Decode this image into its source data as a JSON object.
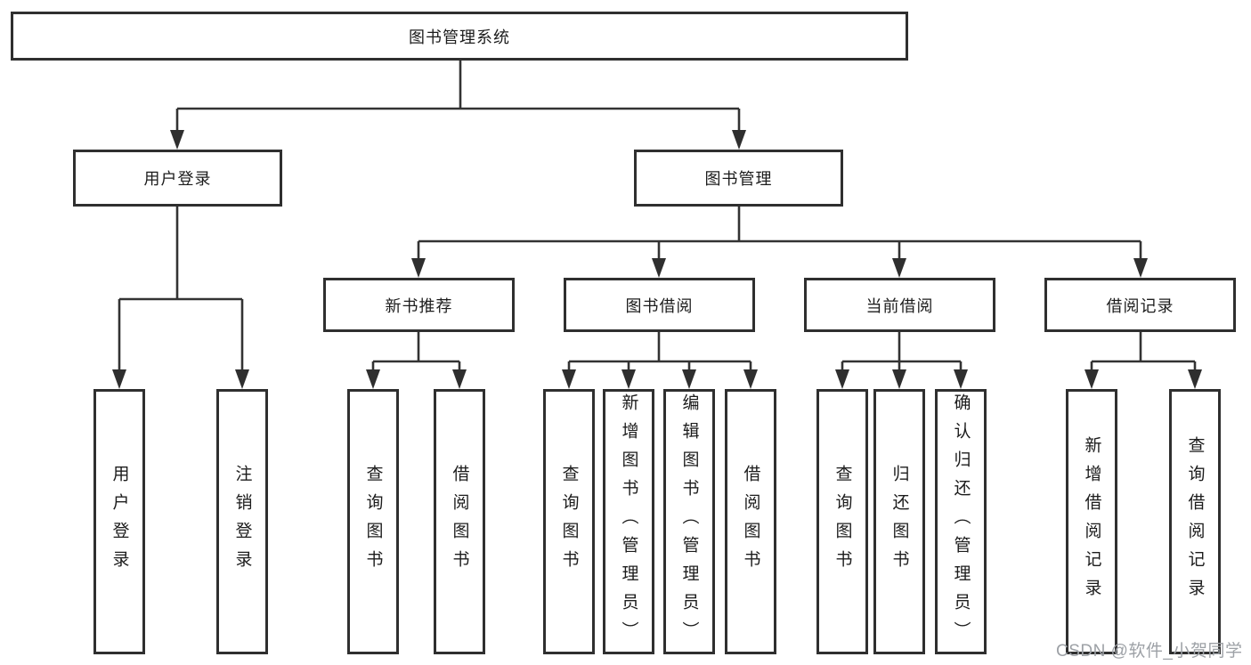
{
  "diagram": {
    "root": {
      "label": "图书管理系统"
    },
    "level2": [
      {
        "label": "用户登录"
      },
      {
        "label": "图书管理"
      }
    ],
    "level3": [
      {
        "label": "新书推荐",
        "parent": "图书管理"
      },
      {
        "label": "图书借阅",
        "parent": "图书管理"
      },
      {
        "label": "当前借阅",
        "parent": "图书管理"
      },
      {
        "label": "借阅记录",
        "parent": "图书管理"
      }
    ],
    "leaves": [
      {
        "label": "用户登录",
        "parent": "用户登录"
      },
      {
        "label": "注销登录",
        "parent": "用户登录"
      },
      {
        "label": "查询图书",
        "parent": "新书推荐"
      },
      {
        "label": "借阅图书",
        "parent": "新书推荐"
      },
      {
        "label": "查询图书",
        "parent": "图书借阅"
      },
      {
        "label": "新增图书（管理员）",
        "parent": "图书借阅"
      },
      {
        "label": "编辑图书（管理员）",
        "parent": "图书借阅"
      },
      {
        "label": "借阅图书",
        "parent": "图书借阅"
      },
      {
        "label": "查询图书",
        "parent": "当前借阅"
      },
      {
        "label": "归还图书",
        "parent": "当前借阅"
      },
      {
        "label": "确认归还（管理员）",
        "parent": "当前借阅"
      },
      {
        "label": "新增借阅记录",
        "parent": "借阅记录"
      },
      {
        "label": "查询借阅记录",
        "parent": "借阅记录"
      }
    ]
  },
  "watermark": {
    "text": "CSDN @软件_小贺同学"
  },
  "colors": {
    "line": "#333333",
    "arrow": "#2f2f2f",
    "box_border": "#2f2f2f",
    "text": "#1c1c1c",
    "watermark": "#9da1a6",
    "background": "#ffffff"
  }
}
